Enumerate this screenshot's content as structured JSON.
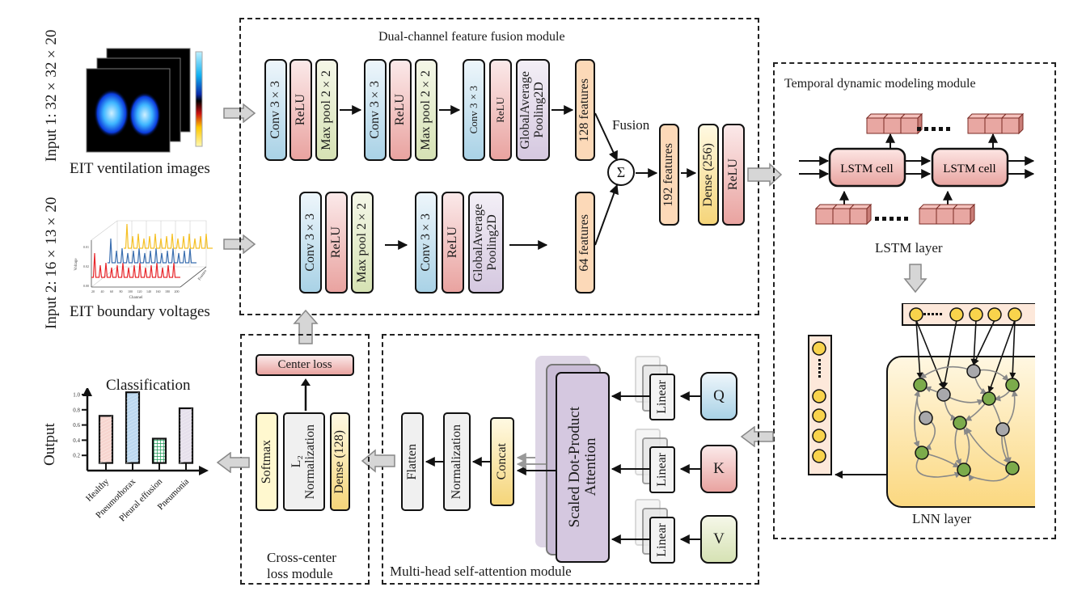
{
  "inputs": {
    "input1": {
      "label": "Input 1:  32×32×20",
      "caption": "EIT ventilation images"
    },
    "input2": {
      "label": "Input 2:  16×13×20",
      "caption": "EIT boundary voltages",
      "plot": {
        "ylabel": "Voltage",
        "xlabel": "Channel",
        "zlabel": "Frames",
        "yticks": [
          "0.00",
          "0.02",
          "0.01"
        ],
        "xticks": [
          "20",
          "40",
          "60",
          "80",
          "100",
          "120",
          "140",
          "160",
          "180",
          "200"
        ],
        "series_colors": [
          "#e8262b",
          "#3b6fb0",
          "#f5c024"
        ]
      }
    }
  },
  "fusion_module": {
    "title": "Dual-channel feature fusion module",
    "row1": [
      "Conv 3×3",
      "ReLU",
      "Max pool 2×2",
      "Conv 3×3",
      "ReLU",
      "Max pool 2×2",
      "Conv 3×3",
      "ReLU",
      "GlobalAverage\nPooling2D",
      "128 features"
    ],
    "row2": [
      "Conv 3×3",
      "ReLU",
      "Max pool 2×2",
      "Conv 3×3",
      "ReLU",
      "GlobalAverage\nPooling2D",
      "64 features"
    ],
    "fusion_label": "Fusion",
    "sum_symbol": "Σ",
    "post": [
      "192 features",
      "Dense (256)",
      "ReLU"
    ]
  },
  "temporal_module": {
    "title": "Temporal dynamic modeling module",
    "lstm_cell": "LSTM cell",
    "lstm_layer": "LSTM layer",
    "lnn_layer": "LNN layer"
  },
  "attention_module": {
    "title": "Multi-head self-attention module",
    "sdpa": "Scaled Dot-Product\nAttention",
    "linear": "Linear",
    "q": "Q",
    "k": "K",
    "v": "V",
    "concat": "Concat",
    "normalization": "Normalization",
    "flatten": "Flatten"
  },
  "center_loss_module": {
    "title_line1": "Cross-center",
    "title_line2": "loss module",
    "center_loss": "Center loss",
    "softmax": "Softmax",
    "l2_norm": "L₂\nNormalization",
    "dense": "Dense (128)"
  },
  "chart_data": {
    "type": "bar",
    "title": "Classification",
    "ylabel": "Output",
    "xlabel": "",
    "categories": [
      "Healthy",
      "Pneumothorax",
      "Pleural effusion",
      "Pneumonia"
    ],
    "values": [
      0.72,
      1.03,
      0.42,
      0.82
    ],
    "yticks": [
      0.2,
      0.4,
      0.6,
      0.8,
      1.0
    ],
    "ylim": [
      0,
      1.2
    ],
    "colors": [
      "#f7d5cf",
      "#bcd8ef",
      "#1f9e5a",
      "#e6e0ec"
    ],
    "grid": false,
    "legend": "none"
  }
}
